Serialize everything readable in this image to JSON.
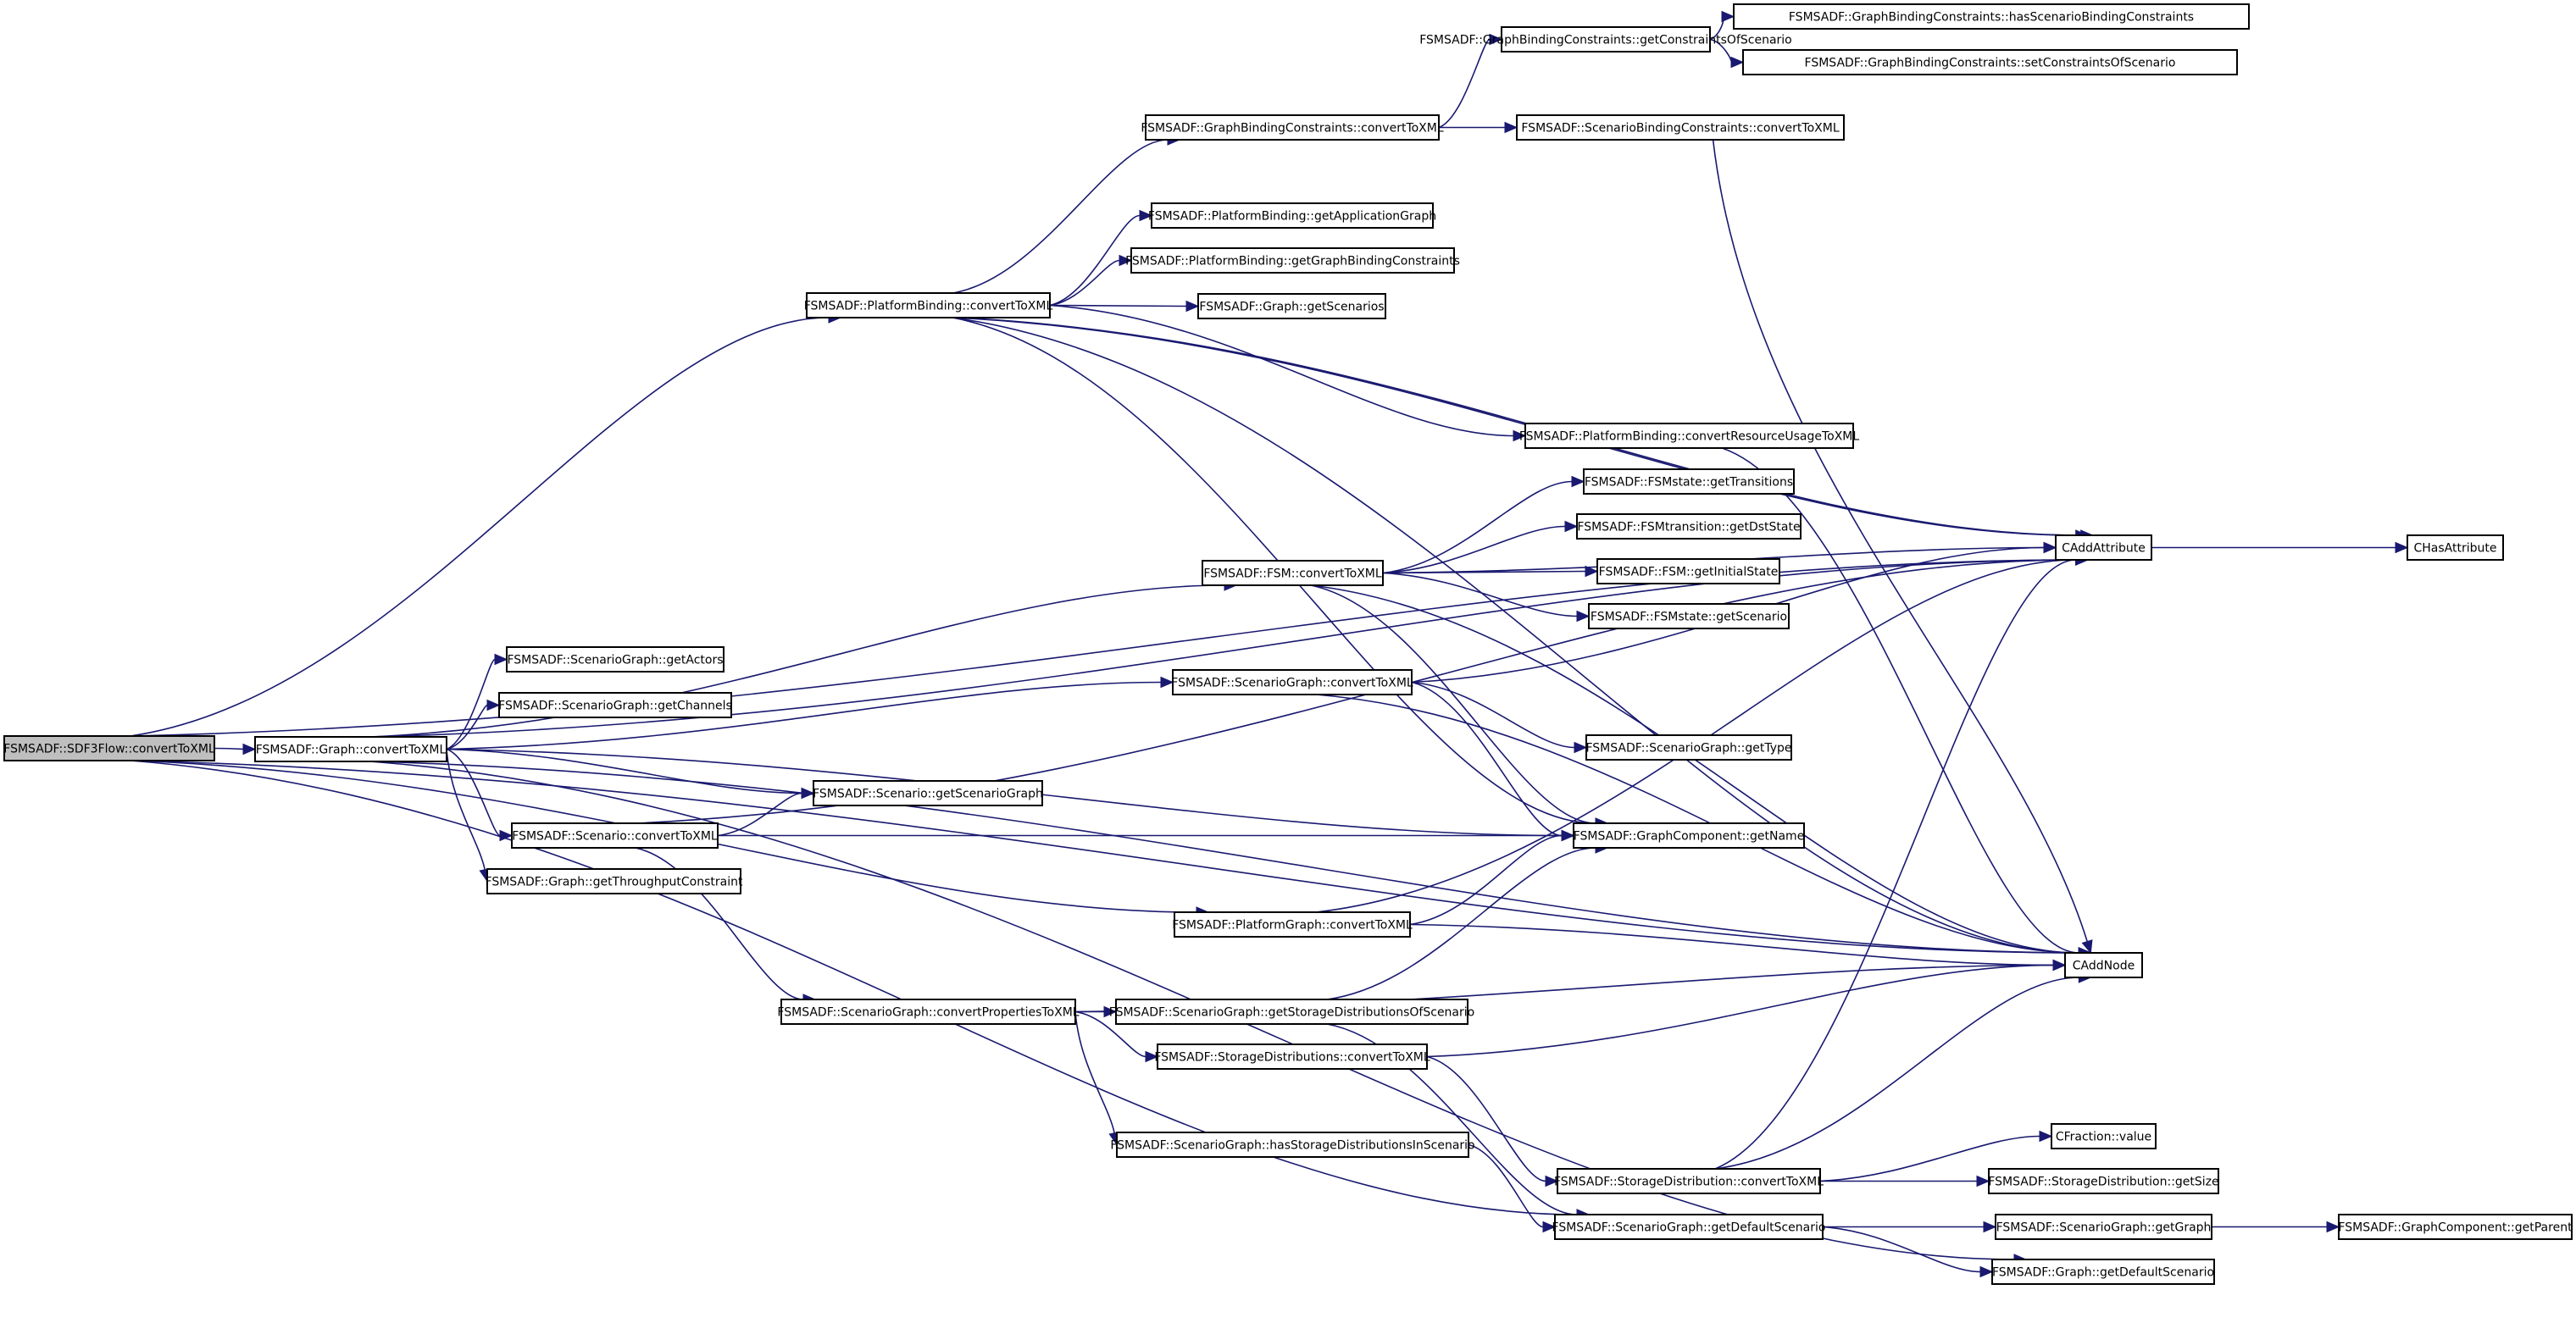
{
  "diagram": {
    "type": "call-graph",
    "edge_color": "#191970",
    "root_fill": "#bfbfbf",
    "nodes": [
      {
        "id": "sdf3flow",
        "label": "FSMSADF::SDF3Flow::convertToXML",
        "root": true
      },
      {
        "id": "graph_cx",
        "label": "FSMSADF::Graph::convertToXML"
      },
      {
        "id": "pb_cx",
        "label": "FSMSADF::PlatformBinding::convertToXML"
      },
      {
        "id": "gbc_cx",
        "label": "FSMSADF::GraphBindingConstraints::convertToXML"
      },
      {
        "id": "gbc_get",
        "label": "FSMSADF::GraphBindingConstraints::getConstraintsOfScenario"
      },
      {
        "id": "gbc_has",
        "label": "FSMSADF::GraphBindingConstraints::hasScenarioBindingConstraints"
      },
      {
        "id": "gbc_set",
        "label": "FSMSADF::GraphBindingConstraints::setConstraintsOfScenario"
      },
      {
        "id": "sbc_cx",
        "label": "FSMSADF::ScenarioBindingConstraints::convertToXML"
      },
      {
        "id": "pb_app",
        "label": "FSMSADF::PlatformBinding::getApplicationGraph"
      },
      {
        "id": "pb_gbc",
        "label": "FSMSADF::PlatformBinding::getGraphBindingConstraints"
      },
      {
        "id": "g_scen",
        "label": "FSMSADF::Graph::getScenarios"
      },
      {
        "id": "pb_res",
        "label": "FSMSADF::PlatformBinding::convertResourceUsageToXML"
      },
      {
        "id": "fsms_tr",
        "label": "FSMSADF::FSMstate::getTransitions"
      },
      {
        "id": "fsmt_dst",
        "label": "FSMSADF::FSMtransition::getDstState"
      },
      {
        "id": "fsm_init",
        "label": "FSMSADF::FSM::getInitialState"
      },
      {
        "id": "fsms_scen",
        "label": "FSMSADF::FSMstate::getScenario"
      },
      {
        "id": "fsm_cx",
        "label": "FSMSADF::FSM::convertToXML"
      },
      {
        "id": "sg_cx",
        "label": "FSMSADF::ScenarioGraph::convertToXML"
      },
      {
        "id": "sg_type",
        "label": "FSMSADF::ScenarioGraph::getType"
      },
      {
        "id": "sg_actors",
        "label": "FSMSADF::ScenarioGraph::getActors"
      },
      {
        "id": "sg_chan",
        "label": "FSMSADF::ScenarioGraph::getChannels"
      },
      {
        "id": "s_sg",
        "label": "FSMSADF::Scenario::getScenarioGraph"
      },
      {
        "id": "s_cx",
        "label": "FSMSADF::Scenario::convertToXML"
      },
      {
        "id": "g_tp",
        "label": "FSMSADF::Graph::getThroughputConstraint"
      },
      {
        "id": "gc_name",
        "label": "FSMSADF::GraphComponent::getName"
      },
      {
        "id": "pg_cx",
        "label": "FSMSADF::PlatformGraph::convertToXML"
      },
      {
        "id": "sg_prop",
        "label": "FSMSADF::ScenarioGraph::convertPropertiesToXML"
      },
      {
        "id": "sg_sdos",
        "label": "FSMSADF::ScenarioGraph::getStorageDistributionsOfScenario"
      },
      {
        "id": "sds_cx",
        "label": "FSMSADF::StorageDistributions::convertToXML"
      },
      {
        "id": "sg_hsd",
        "label": "FSMSADF::ScenarioGraph::hasStorageDistributionsInScenario"
      },
      {
        "id": "sd_cx",
        "label": "FSMSADF::StorageDistribution::convertToXML"
      },
      {
        "id": "sg_defs",
        "label": "FSMSADF::ScenarioGraph::getDefaultScenario"
      },
      {
        "id": "cfrac",
        "label": "CFraction::value"
      },
      {
        "id": "sd_size",
        "label": "FSMSADF::StorageDistribution::getSize"
      },
      {
        "id": "sg_graph",
        "label": "FSMSADF::ScenarioGraph::getGraph"
      },
      {
        "id": "gc_parent",
        "label": "FSMSADF::GraphComponent::getParent"
      },
      {
        "id": "g_defs",
        "label": "FSMSADF::Graph::getDefaultScenario"
      },
      {
        "id": "caddattr",
        "label": "CAddAttribute"
      },
      {
        "id": "chasattr",
        "label": "CHasAttribute"
      },
      {
        "id": "caddnode",
        "label": "CAddNode"
      }
    ],
    "edges": [
      [
        "sdf3flow",
        "graph_cx"
      ],
      [
        "sdf3flow",
        "pb_cx"
      ],
      [
        "sdf3flow",
        "caddattr"
      ],
      [
        "sdf3flow",
        "pg_cx"
      ],
      [
        "sdf3flow",
        "caddnode"
      ],
      [
        "sdf3flow",
        "sg_defs"
      ],
      [
        "pb_cx",
        "gbc_cx"
      ],
      [
        "pb_cx",
        "pb_app"
      ],
      [
        "pb_cx",
        "pb_gbc"
      ],
      [
        "pb_cx",
        "g_scen"
      ],
      [
        "pb_cx",
        "caddattr"
      ],
      [
        "pb_cx",
        "pb_res"
      ],
      [
        "pb_cx",
        "caddnode"
      ],
      [
        "pb_cx",
        "gc_name"
      ],
      [
        "pb_cx",
        "caddattr"
      ],
      [
        "gbc_cx",
        "gbc_get"
      ],
      [
        "gbc_cx",
        "sbc_cx"
      ],
      [
        "gbc_get",
        "gbc_has"
      ],
      [
        "gbc_get",
        "gbc_set"
      ],
      [
        "sbc_cx",
        "caddnode"
      ],
      [
        "pb_res",
        "caddnode"
      ],
      [
        "graph_cx",
        "caddattr"
      ],
      [
        "graph_cx",
        "fsm_cx"
      ],
      [
        "graph_cx",
        "sg_cx"
      ],
      [
        "graph_cx",
        "sg_actors"
      ],
      [
        "graph_cx",
        "sg_chan"
      ],
      [
        "graph_cx",
        "gc_name"
      ],
      [
        "graph_cx",
        "s_sg"
      ],
      [
        "graph_cx",
        "s_cx"
      ],
      [
        "graph_cx",
        "g_tp"
      ],
      [
        "graph_cx",
        "caddnode"
      ],
      [
        "graph_cx",
        "g_defs"
      ],
      [
        "fsm_cx",
        "caddattr"
      ],
      [
        "fsm_cx",
        "fsms_tr"
      ],
      [
        "fsm_cx",
        "fsmt_dst"
      ],
      [
        "fsm_cx",
        "fsm_init"
      ],
      [
        "fsm_cx",
        "fsms_scen"
      ],
      [
        "fsm_cx",
        "caddnode"
      ],
      [
        "fsm_cx",
        "gc_name"
      ],
      [
        "sg_cx",
        "caddattr"
      ],
      [
        "sg_cx",
        "sg_type"
      ],
      [
        "sg_cx",
        "gc_name"
      ],
      [
        "sg_cx",
        "caddnode"
      ],
      [
        "s_cx",
        "s_sg"
      ],
      [
        "s_cx",
        "gc_name"
      ],
      [
        "s_cx",
        "caddattr"
      ],
      [
        "s_cx",
        "sg_prop"
      ],
      [
        "pg_cx",
        "gc_name"
      ],
      [
        "pg_cx",
        "caddattr"
      ],
      [
        "pg_cx",
        "caddnode"
      ],
      [
        "sg_prop",
        "caddnode"
      ],
      [
        "sg_prop",
        "sg_sdos"
      ],
      [
        "sg_prop",
        "sds_cx"
      ],
      [
        "sg_prop",
        "sg_hsd"
      ],
      [
        "sg_sdos",
        "gc_name"
      ],
      [
        "sg_sdos",
        "sg_defs"
      ],
      [
        "sds_cx",
        "caddnode"
      ],
      [
        "sds_cx",
        "sd_cx"
      ],
      [
        "sg_hsd",
        "sg_defs"
      ],
      [
        "sd_cx",
        "caddattr"
      ],
      [
        "sd_cx",
        "caddnode"
      ],
      [
        "sd_cx",
        "cfrac"
      ],
      [
        "sd_cx",
        "sd_size"
      ],
      [
        "sg_defs",
        "sg_graph"
      ],
      [
        "sg_defs",
        "g_defs"
      ],
      [
        "sg_graph",
        "gc_parent"
      ],
      [
        "caddattr",
        "chasattr"
      ]
    ]
  }
}
